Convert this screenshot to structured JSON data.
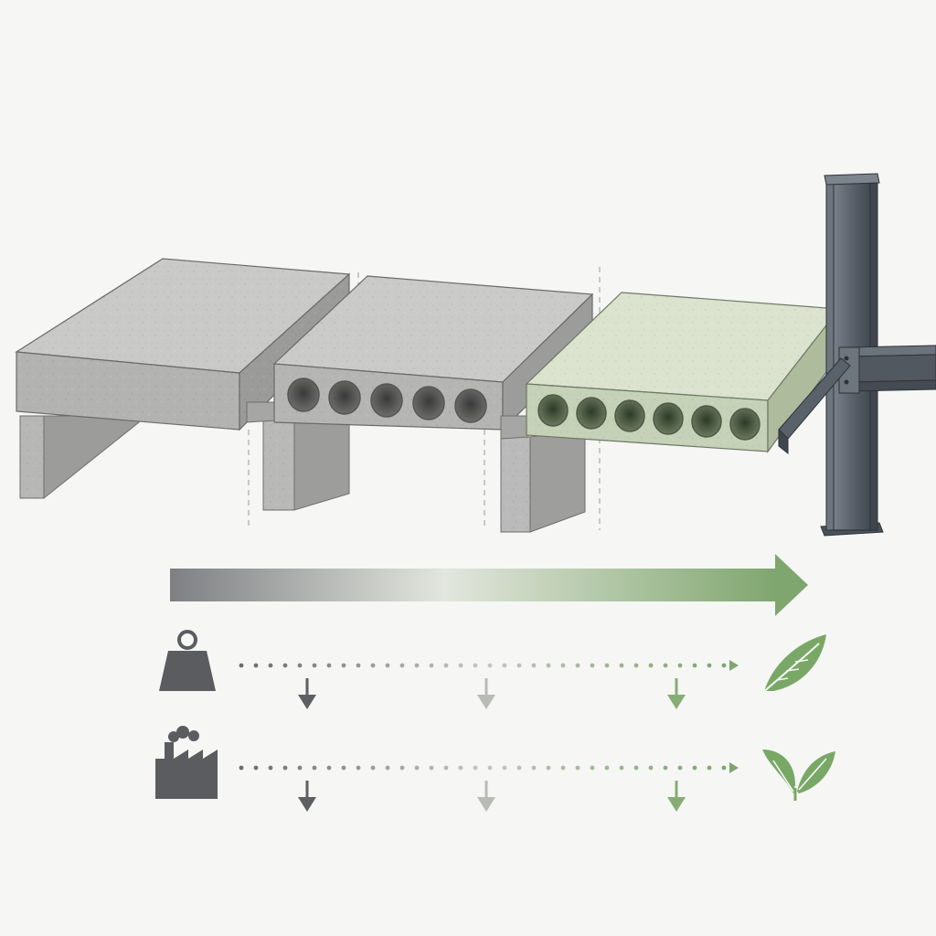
{
  "diagram": {
    "slabs": [
      {
        "id": "solid-slab",
        "kind": "solid",
        "voids": 0
      },
      {
        "id": "hollow-core-slab",
        "kind": "hollow-core",
        "voids": 5
      },
      {
        "id": "low-carbon-hollow-core-slab",
        "kind": "hollow-core-low-carbon",
        "voids": 6
      }
    ],
    "supports": [
      "concrete-beam",
      "concrete-beam",
      "concrete-beam",
      "steel-column"
    ],
    "progress_arrow": {
      "from_color": "#7d7f83",
      "mid_color": "#dfe6d6",
      "to_color": "#7fa66e"
    },
    "rows": [
      {
        "metric_icon": "weight-icon",
        "end_icon": "feather-leaf-icon",
        "reductions": 3
      },
      {
        "metric_icon": "factory-icon",
        "end_icon": "sprout-leaves-icon",
        "reductions": 3
      }
    ],
    "colors": {
      "concrete_light": "#c9c9c8",
      "concrete_mid": "#a9a9a8",
      "concrete_dark": "#8f8f8e",
      "green_top": "#dbe3cf",
      "green_front": "#c7d3b8",
      "steel": "#5f6670",
      "arrow_gray": "#5f6166",
      "arrow_light": "#b8bab6",
      "arrow_green": "#86ad74",
      "leaf_green": "#79a866"
    }
  }
}
